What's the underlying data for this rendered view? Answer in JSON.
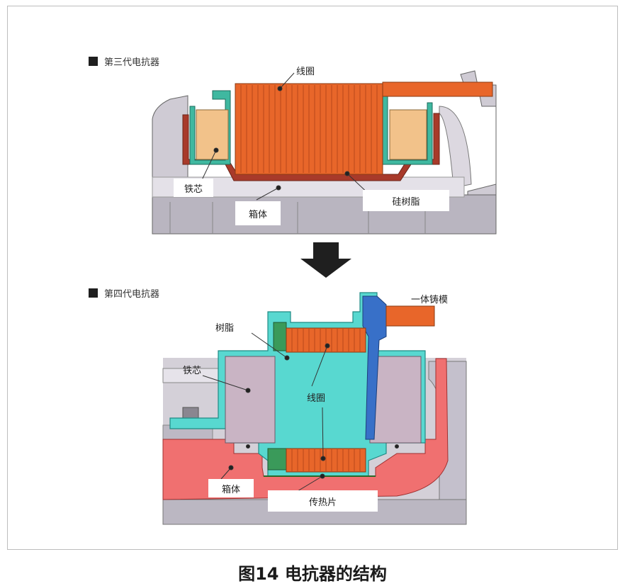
{
  "gen3": {
    "heading": "第三代电抗器",
    "labels": {
      "coil": "线圈",
      "core": "铁芯",
      "case": "箱体",
      "resin": "硅树脂"
    }
  },
  "gen4": {
    "heading": "第四代电抗器",
    "labels": {
      "resin": "树脂",
      "molding": "一体铸模",
      "core": "铁芯",
      "coil": "线圈",
      "case": "箱体",
      "heat_sheet": "传热片"
    }
  },
  "caption": "图14 电抗器的结构",
  "colors": {
    "coil": "#e8662a",
    "core": "#f2c28a",
    "resin_gen3": "#a83a2a",
    "case": "#c8c4cc",
    "cyan": "#58d8d0",
    "case_gen4": "#f07070",
    "core_gen4": "#c9b4c4",
    "blue": "#3870c8",
    "green": "#3a9a5a"
  }
}
